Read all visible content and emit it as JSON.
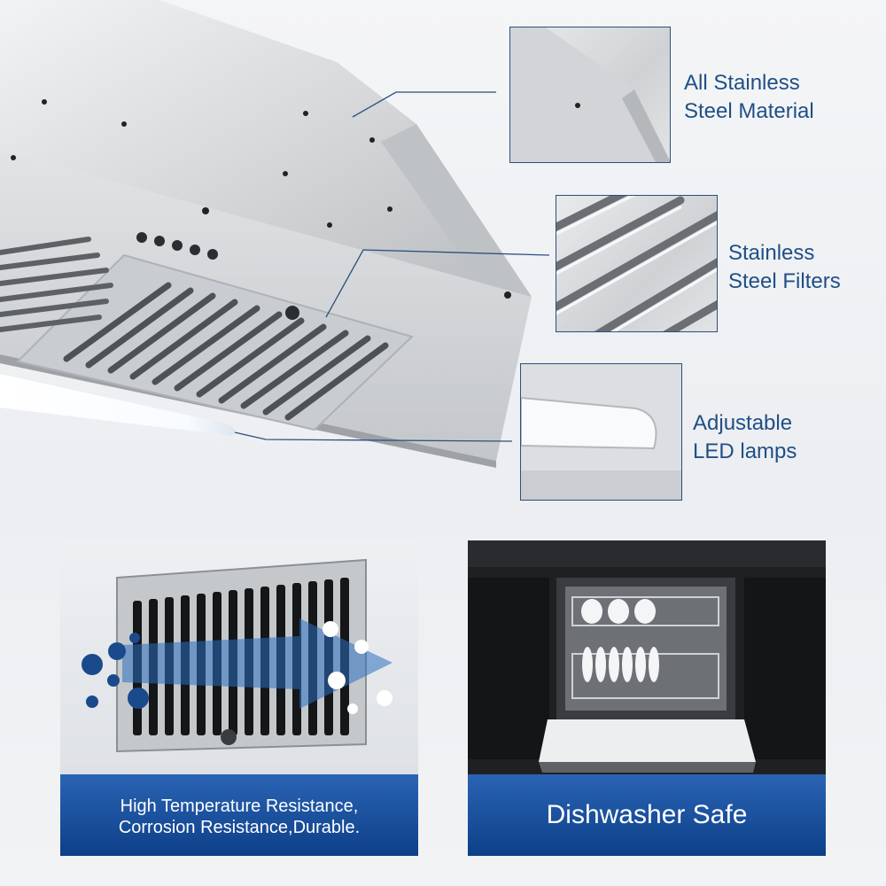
{
  "callouts": [
    {
      "line1": "All Stainless",
      "line2": "Steel Material"
    },
    {
      "line1": "Stainless",
      "line2": "Steel Filters"
    },
    {
      "line1": "Adjustable",
      "line2": "LED lamps"
    }
  ],
  "panels": {
    "left": {
      "line1": "High Temperature Resistance,",
      "line2": "Corrosion Resistance,Durable."
    },
    "right": {
      "caption": "Dishwasher Safe"
    }
  },
  "colors": {
    "label_blue": "#1f4f86",
    "caption_blue": "#0d3f88",
    "airflow_dot": "#1a4a8c"
  },
  "icons": {
    "airflow": "blue-particles-arrow-icon",
    "control_knobs": "knob-icon"
  }
}
